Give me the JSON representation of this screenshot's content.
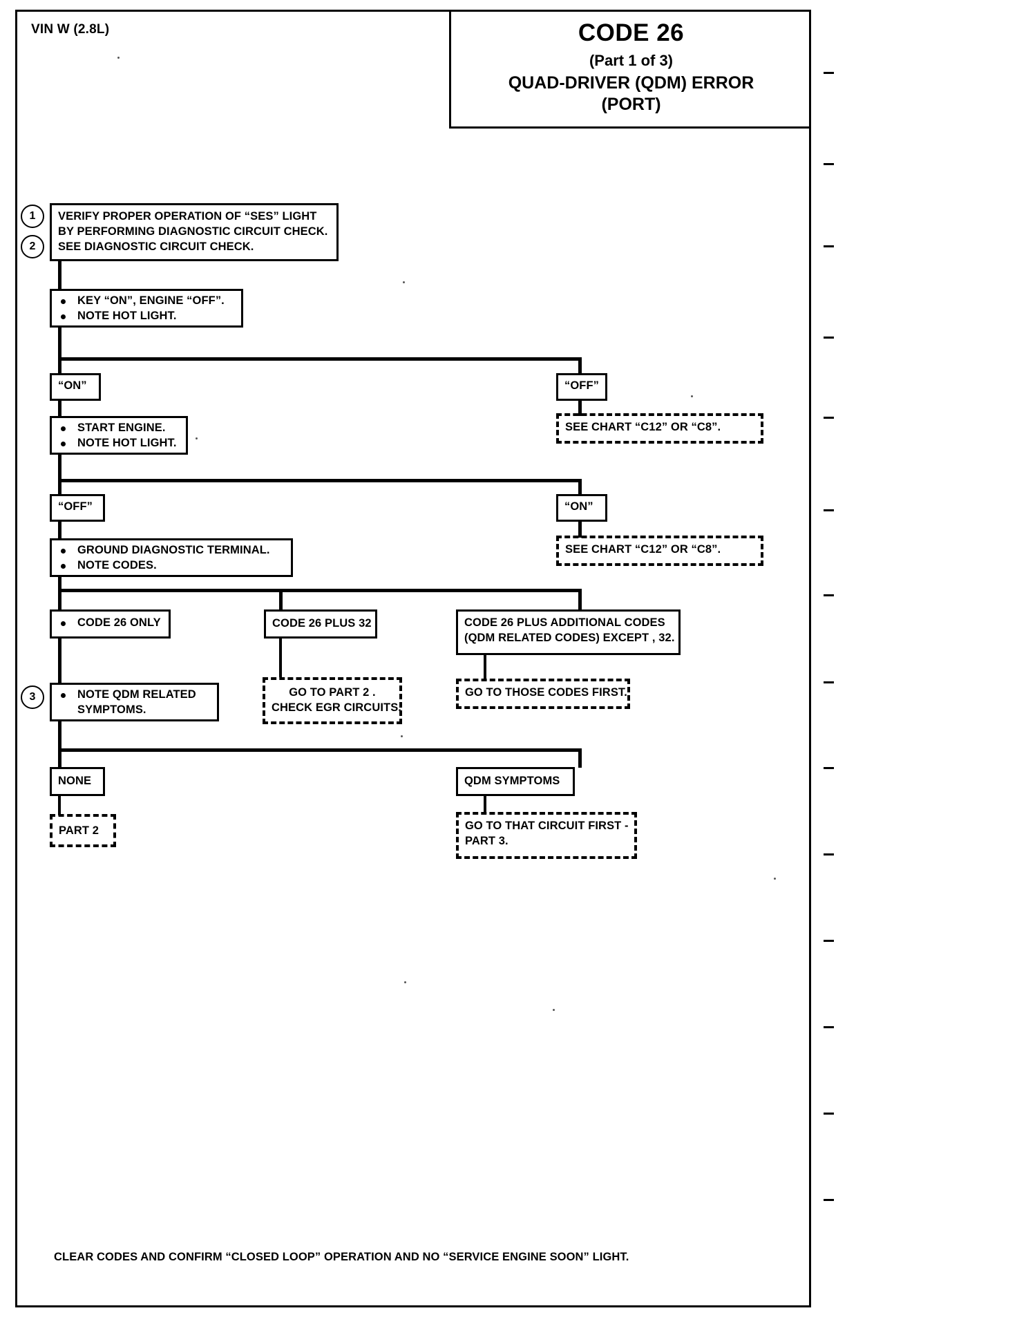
{
  "document": {
    "vin_label": "VIN W (2.8L)",
    "footer_note": "CLEAR CODES AND CONFIRM “CLOSED LOOP”  OPERATION AND NO “SERVICE ENGINE SOON” LIGHT."
  },
  "header": {
    "code": "CODE 26",
    "part": "(Part 1 of 3)",
    "subtitle_line1": "QUAD-DRIVER (QDM) ERROR",
    "subtitle_line2": "(PORT)"
  },
  "step_numbers": {
    "one": "1",
    "two": "2",
    "three": "3"
  },
  "nodes": {
    "verify": {
      "line1": "VERIFY PROPER OPERATION OF “SES” LIGHT",
      "line2": "BY PERFORMING DIAGNOSTIC CIRCUIT CHECK.",
      "line3": "SEE DIAGNOSTIC CIRCUIT CHECK."
    },
    "key_on": {
      "bullet1": "KEY “ON”, ENGINE “OFF”.",
      "bullet2": "NOTE HOT LIGHT."
    },
    "branch1_left": "“ON”",
    "branch1_right": "“OFF”",
    "see_chart_1": "SEE CHART   “C12” OR “C8”.",
    "start_engine": {
      "bullet1": "START ENGINE.",
      "bullet2": "NOTE HOT LIGHT."
    },
    "branch2_left": "“OFF”",
    "branch2_right": "“ON”",
    "see_chart_2": "SEE CHART   “C12” OR “C8”.",
    "ground_terminal": {
      "bullet1": "GROUND DIAGNOSTIC TERMINAL.",
      "bullet2": "NOTE CODES."
    },
    "code26_only": "CODE 26 ONLY",
    "code26_plus32": "CODE 26 PLUS 32",
    "code26_additional": {
      "line1": "CODE 26 PLUS ADDITIONAL CODES",
      "line2": "(QDM RELATED CODES) EXCEPT , 32."
    },
    "note_qdm": {
      "bullet1": "NOTE QDM RELATED",
      "bullet1_cont": "SYMPTOMS."
    },
    "go_to_part2": {
      "line1": "GO TO PART 2 .",
      "line2": "CHECK EGR CIRCUITS."
    },
    "go_to_those_codes": "GO TO THOSE CODES FIRST.",
    "none": "NONE",
    "part2": "PART 2",
    "qdm_symptoms": "QDM SYMPTOMS",
    "go_to_circuit": {
      "line1": "GO TO THAT CIRCUIT FIRST -",
      "line2": "PART  3."
    }
  }
}
